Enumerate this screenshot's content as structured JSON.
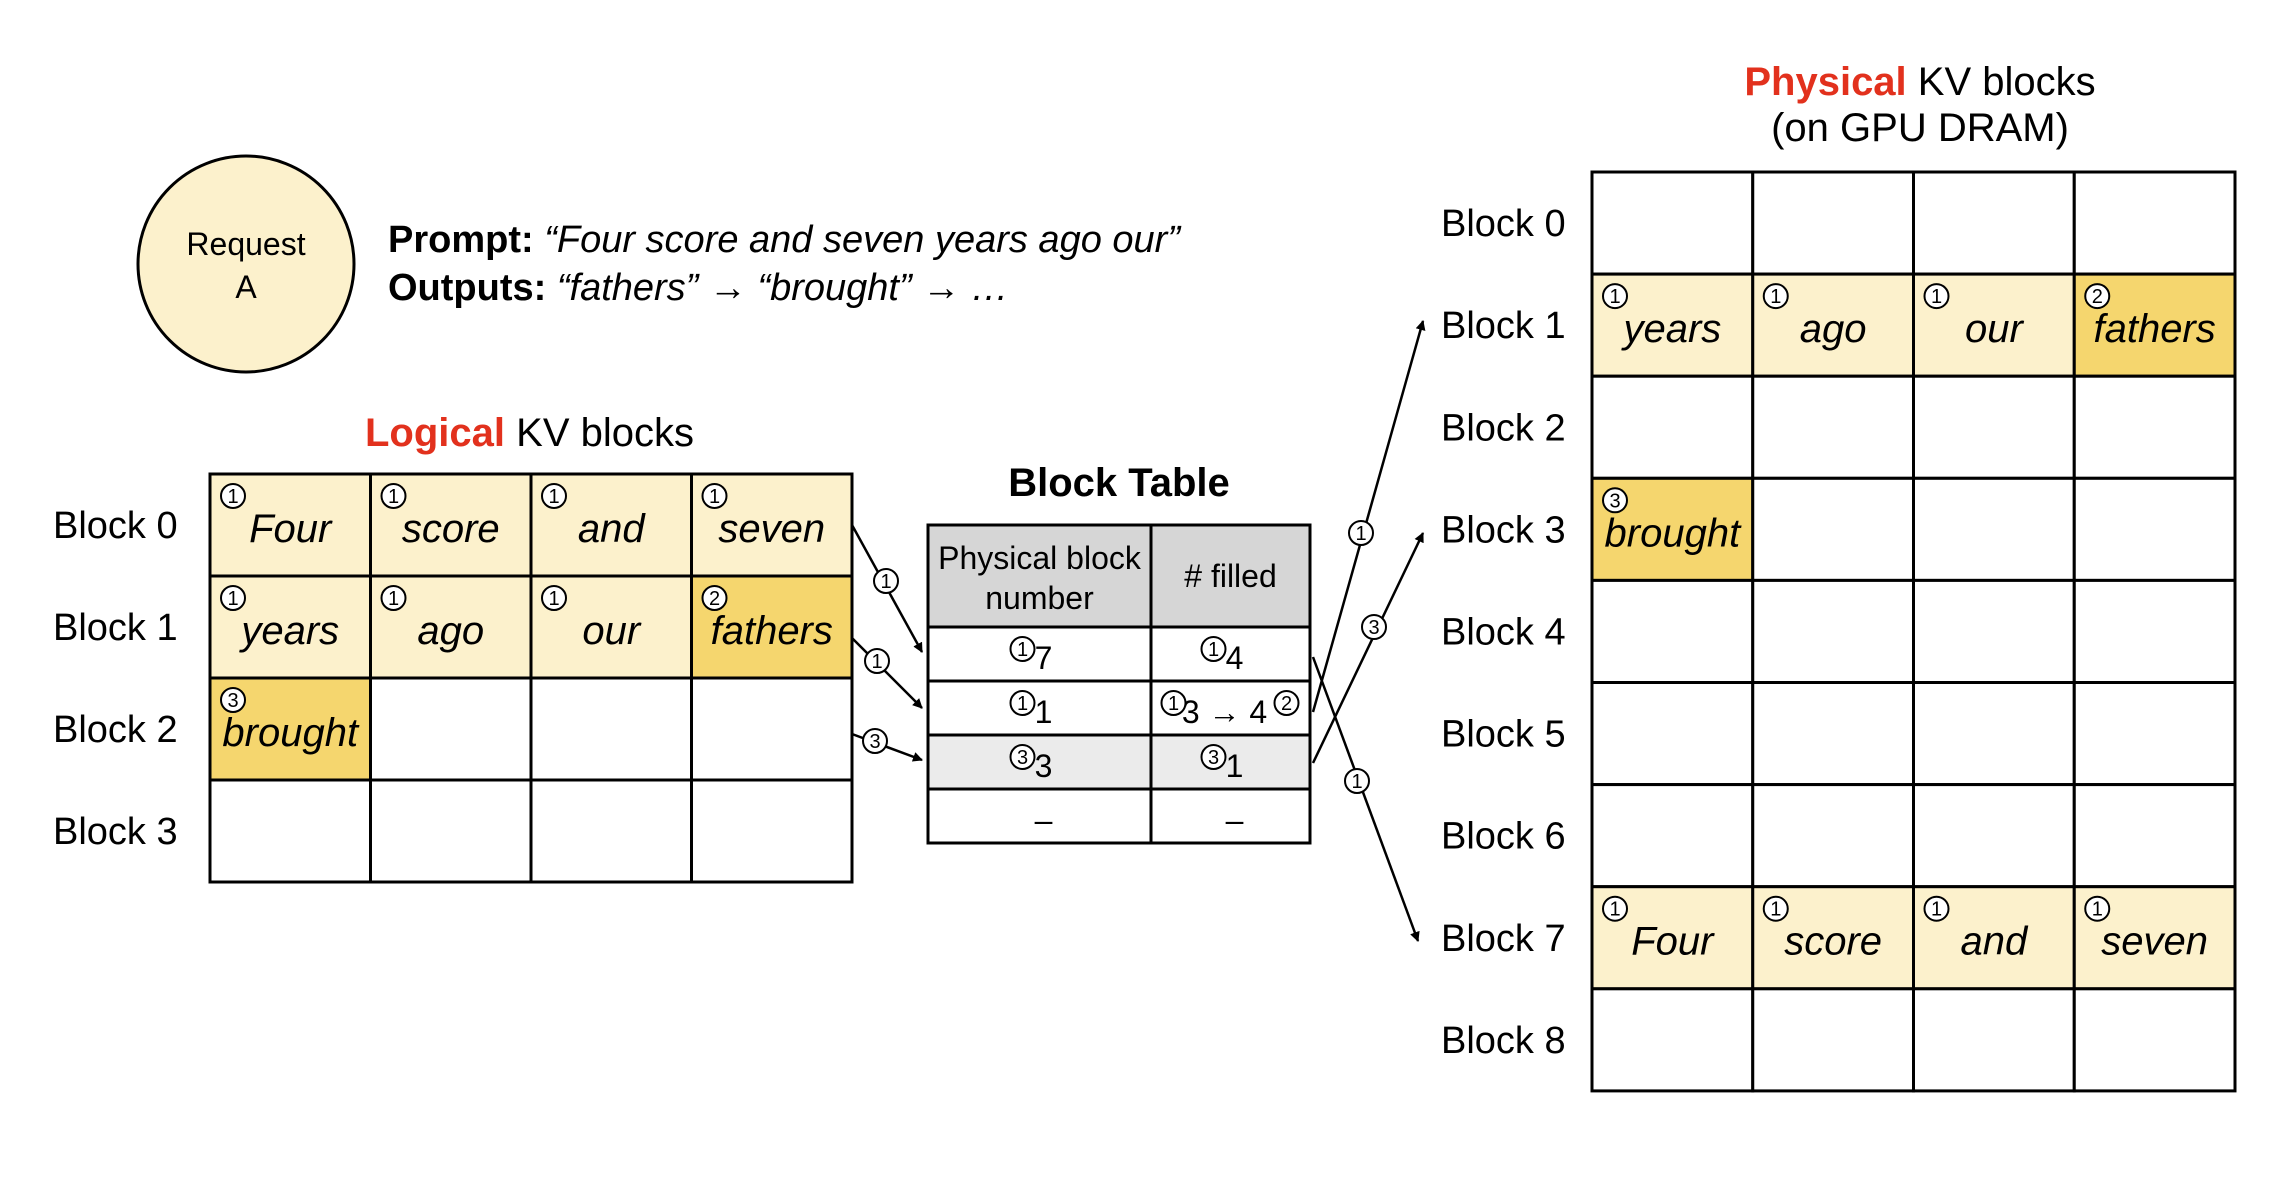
{
  "colors": {
    "light": "#FCF1CC",
    "dark": "#F5D66E",
    "red": "#E2311D",
    "header": "#D6D6D6",
    "shaded": "#EBEBEB"
  },
  "request": {
    "line1": "Request",
    "line2": "A"
  },
  "prompt": {
    "label": "Prompt:",
    "text": " “Four score and seven years ago our”"
  },
  "outputs": {
    "label": "Outputs:",
    "text": " “fathers” → “brought” → …"
  },
  "logical": {
    "title_red": "Logical",
    "title_rest": " KV blocks",
    "blocks": [
      {
        "label": "Block 0",
        "cells": [
          {
            "word": "Four",
            "mark": "1",
            "fill": "light"
          },
          {
            "word": "score",
            "mark": "1",
            "fill": "light"
          },
          {
            "word": "and",
            "mark": "1",
            "fill": "light"
          },
          {
            "word": "seven",
            "mark": "1",
            "fill": "light"
          }
        ]
      },
      {
        "label": "Block 1",
        "cells": [
          {
            "word": "years",
            "mark": "1",
            "fill": "light"
          },
          {
            "word": "ago",
            "mark": "1",
            "fill": "light"
          },
          {
            "word": "our",
            "mark": "1",
            "fill": "light"
          },
          {
            "word": "fathers",
            "mark": "2",
            "fill": "dark"
          }
        ]
      },
      {
        "label": "Block 2",
        "cells": [
          {
            "word": "brought",
            "mark": "3",
            "fill": "dark"
          },
          {},
          {},
          {}
        ]
      },
      {
        "label": "Block 3",
        "cells": [
          {},
          {},
          {},
          {}
        ]
      }
    ]
  },
  "block_table": {
    "title": "Block Table",
    "headers": [
      "Physical block",
      "number",
      "# filled"
    ],
    "rows": [
      {
        "pb_mark": "1",
        "pb": "7",
        "nf_mark": "1",
        "nf": "4",
        "nf_mark2": "",
        "shaded": false
      },
      {
        "pb_mark": "1",
        "pb": "1",
        "nf_mark": "1",
        "nf": "3 → 4",
        "nf_mark2": "2",
        "shaded": false
      },
      {
        "pb_mark": "3",
        "pb": "3",
        "nf_mark": "3",
        "nf": "1",
        "nf_mark2": "",
        "shaded": true
      },
      {
        "pb_mark": "",
        "pb": "–",
        "nf_mark": "",
        "nf": "–",
        "nf_mark2": "",
        "shaded": false
      }
    ]
  },
  "physical": {
    "title_red": "Physical",
    "title_rest": " KV blocks",
    "subtitle": "(on GPU DRAM)",
    "blocks": [
      {
        "label": "Block 0",
        "cells": [
          {},
          {},
          {},
          {}
        ]
      },
      {
        "label": "Block 1",
        "cells": [
          {
            "word": "years",
            "mark": "1",
            "fill": "light"
          },
          {
            "word": "ago",
            "mark": "1",
            "fill": "light"
          },
          {
            "word": "our",
            "mark": "1",
            "fill": "light"
          },
          {
            "word": "fathers",
            "mark": "2",
            "fill": "dark"
          }
        ]
      },
      {
        "label": "Block 2",
        "cells": [
          {},
          {},
          {},
          {}
        ]
      },
      {
        "label": "Block 3",
        "cells": [
          {
            "word": "brought",
            "mark": "3",
            "fill": "dark"
          },
          {},
          {},
          {}
        ]
      },
      {
        "label": "Block 4",
        "cells": [
          {},
          {},
          {},
          {}
        ]
      },
      {
        "label": "Block 5",
        "cells": [
          {},
          {},
          {},
          {}
        ]
      },
      {
        "label": "Block 6",
        "cells": [
          {},
          {},
          {},
          {}
        ]
      },
      {
        "label": "Block 7",
        "cells": [
          {
            "word": "Four",
            "mark": "1",
            "fill": "light"
          },
          {
            "word": "score",
            "mark": "1",
            "fill": "light"
          },
          {
            "word": "and",
            "mark": "1",
            "fill": "light"
          },
          {
            "word": "seven",
            "mark": "1",
            "fill": "light"
          }
        ]
      },
      {
        "label": "Block 8",
        "cells": [
          {},
          {},
          {},
          {}
        ]
      }
    ]
  },
  "arrows": [
    {
      "from": "logical block 0",
      "to": "table row 0",
      "mark": "1"
    },
    {
      "from": "logical block 1",
      "to": "table row 1",
      "mark": "1"
    },
    {
      "from": "logical block 2",
      "to": "table row 2",
      "mark": "3"
    },
    {
      "from": "table row 0",
      "to": "physical block 7",
      "mark": "1"
    },
    {
      "from": "table row 1",
      "to": "physical block 1",
      "mark": "1"
    },
    {
      "from": "table row 2",
      "to": "physical block 3",
      "mark": "3"
    }
  ]
}
